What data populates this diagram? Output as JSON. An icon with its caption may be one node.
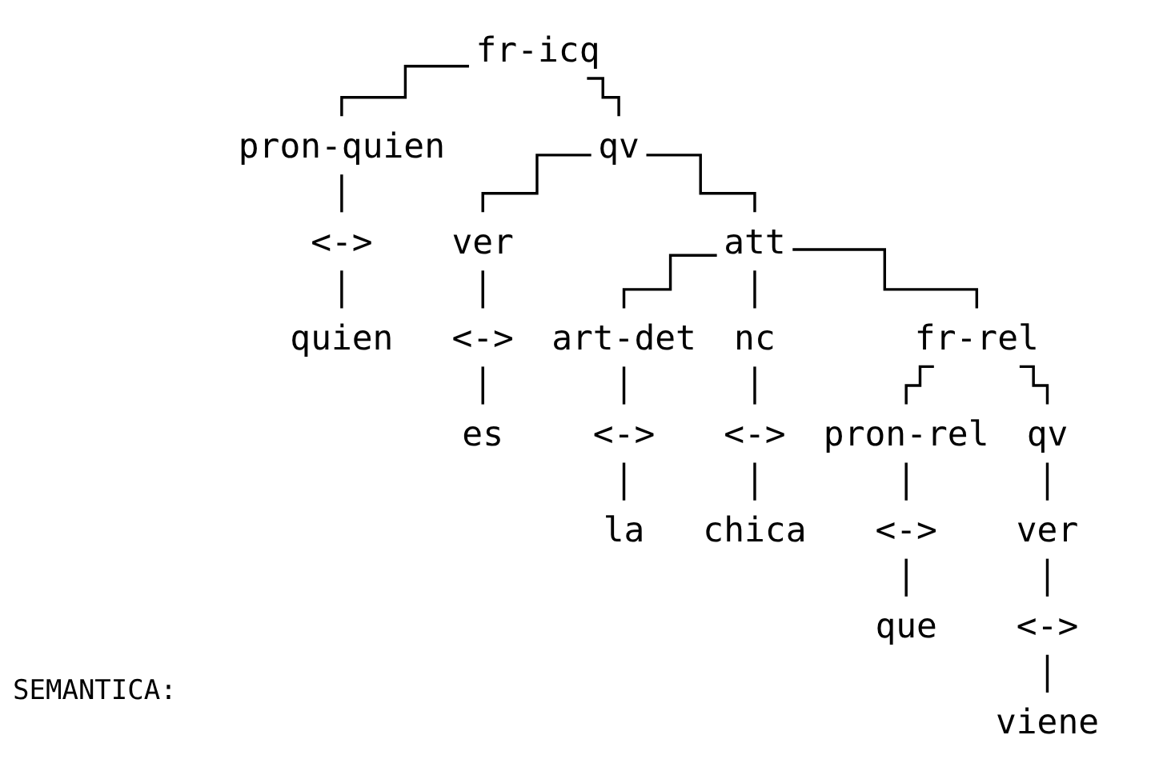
{
  "diagram": {
    "nodes": [
      {
        "text": [
          "fr-icq"
        ]
      },
      {
        "text": [
          "pron-quien"
        ]
      },
      {
        "text": [
          "qv"
        ]
      },
      {
        "text": [
          "<->"
        ]
      },
      {
        "text": [
          "ver"
        ]
      },
      {
        "text": [
          "att"
        ]
      },
      {
        "text": [
          "quien"
        ]
      },
      {
        "text": [
          "<->"
        ]
      },
      {
        "text": [
          "art-det"
        ]
      },
      {
        "text": [
          "nc"
        ]
      },
      {
        "text": [
          "fr-rel"
        ]
      },
      {
        "text": [
          "es"
        ]
      },
      {
        "text": [
          "<->"
        ]
      },
      {
        "text": [
          "<->"
        ]
      },
      {
        "text": [
          "pron-rel"
        ]
      },
      {
        "text": [
          "qv"
        ]
      },
      {
        "text": [
          "la"
        ]
      },
      {
        "text": [
          "chica"
        ]
      },
      {
        "text": [
          "<->"
        ]
      },
      {
        "text": [
          "ver"
        ]
      },
      {
        "text": [
          "que"
        ]
      },
      {
        "text": [
          "<->"
        ]
      },
      {
        "text": [
          "viene"
        ]
      }
    ],
    "edges": [
      {
        "from": 0,
        "to": 1,
        "arrow": "none"
      },
      {
        "from": 0,
        "to": 2,
        "arrow": "none"
      },
      {
        "from": 1,
        "to": 3,
        "arrow": "none"
      },
      {
        "from": 3,
        "to": 6,
        "arrow": "none"
      },
      {
        "from": 2,
        "to": 4,
        "arrow": "none"
      },
      {
        "from": 2,
        "to": 5,
        "arrow": "none"
      },
      {
        "from": 4,
        "to": 7,
        "arrow": "none"
      },
      {
        "from": 7,
        "to": 11,
        "arrow": "none"
      },
      {
        "from": 5,
        "to": 8,
        "arrow": "none"
      },
      {
        "from": 5,
        "to": 9,
        "arrow": "none"
      },
      {
        "from": 5,
        "to": 10,
        "arrow": "none"
      },
      {
        "from": 8,
        "to": 12,
        "arrow": "none"
      },
      {
        "from": 12,
        "to": 16,
        "arrow": "none"
      },
      {
        "from": 9,
        "to": 13,
        "arrow": "none"
      },
      {
        "from": 13,
        "to": 17,
        "arrow": "none"
      },
      {
        "from": 10,
        "to": 14,
        "arrow": "none"
      },
      {
        "from": 10,
        "to": 15,
        "arrow": "none"
      },
      {
        "from": 14,
        "to": 18,
        "arrow": "none"
      },
      {
        "from": 18,
        "to": 20,
        "arrow": "none"
      },
      {
        "from": 15,
        "to": 19,
        "arrow": "none"
      },
      {
        "from": 19,
        "to": 21,
        "arrow": "none"
      },
      {
        "from": 21,
        "to": 22,
        "arrow": "none"
      }
    ],
    "labels": [
      "SEMANTICA:"
    ]
  }
}
